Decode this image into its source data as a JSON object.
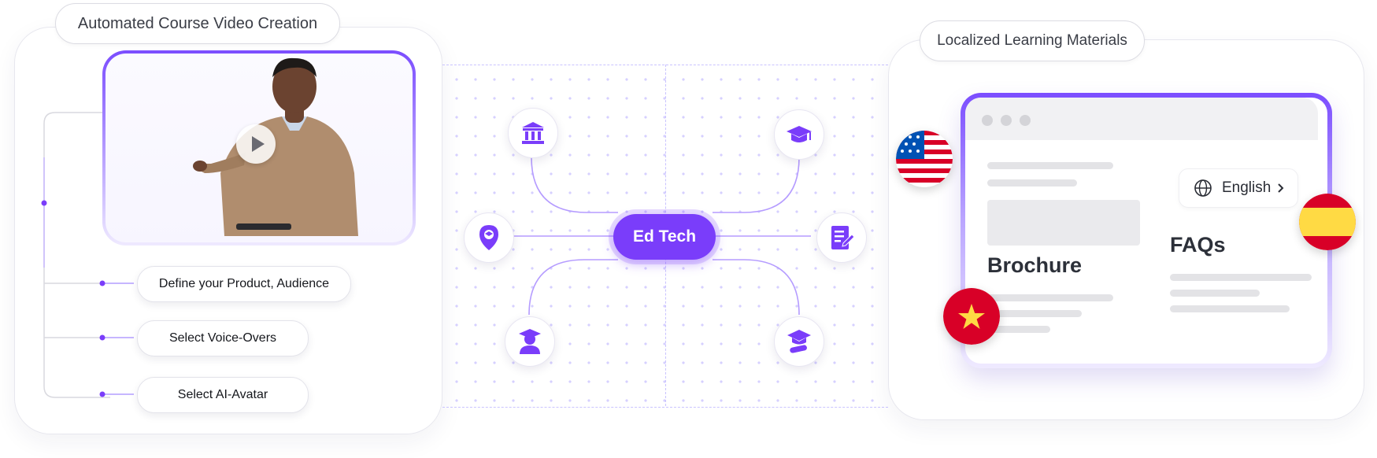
{
  "left_panel": {
    "title": "Automated Course Video Creation",
    "steps": [
      "Define your Product, Audience",
      "Select Voice-Overs",
      "Select AI-Avatar"
    ]
  },
  "center": {
    "hub_label": "Ed Tech",
    "nodes": [
      {
        "icon": "institution-icon"
      },
      {
        "icon": "graduation-cap-icon"
      },
      {
        "icon": "location-pin-icon"
      },
      {
        "icon": "document-edit-icon"
      },
      {
        "icon": "student-icon"
      },
      {
        "icon": "diploma-icon"
      }
    ]
  },
  "right_panel": {
    "title": "Localized Learning Materials",
    "language_button": "English",
    "brochure_heading": "Brochure",
    "faqs_heading": "FAQs",
    "flags": [
      "usa-flag-icon",
      "spain-flag-icon",
      "vietnam-flag-icon"
    ]
  },
  "colors": {
    "accent": "#7a3dfa",
    "accent_light": "#c9c3ff"
  }
}
